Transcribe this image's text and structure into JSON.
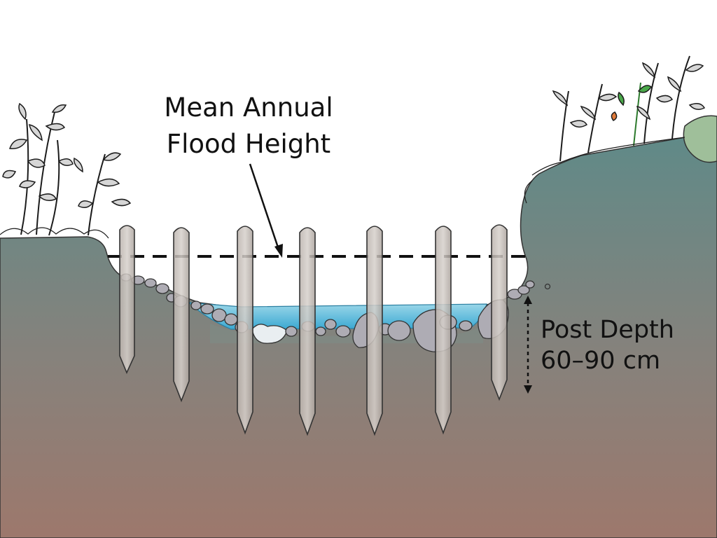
{
  "labels": {
    "flood_height": [
      "Mean Annual",
      "Flood Height"
    ],
    "post_depth": [
      "Post Depth",
      "60–90 cm"
    ]
  },
  "colors": {
    "ground_top": "#5f8a88",
    "ground_bottom": "#9a786e",
    "water": "#57b6d6",
    "post_fill": "#c4bcb6",
    "post_stroke": "#333333",
    "rock_fill": "#a8a6ae",
    "vegetation": "#2b2b2b",
    "leaf_fill": "#cfcfcf",
    "dash_line": "#111111"
  },
  "icons": [
    "arrow-icon",
    "double-arrow-icon",
    "plant-icon",
    "rock-icon"
  ]
}
